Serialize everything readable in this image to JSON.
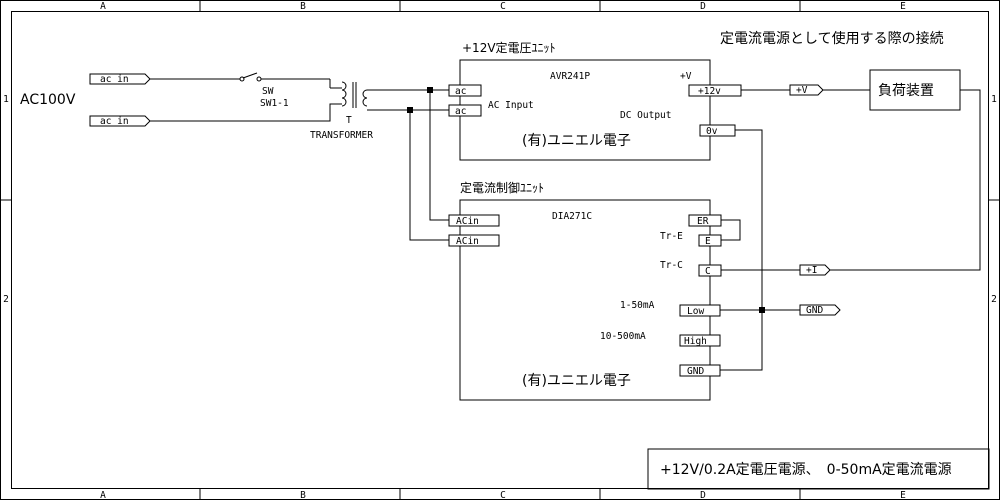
{
  "frame": {
    "columns": [
      "A",
      "B",
      "C",
      "D",
      "E"
    ],
    "rows": [
      "1",
      "2"
    ]
  },
  "title_note": "定電流電源として使用する際の接続",
  "ac_source": "AC100V",
  "inputs": {
    "top": "ac_in",
    "bottom": "ac_in"
  },
  "switch": {
    "type": "SW",
    "ref": "SW1-1"
  },
  "transformer": {
    "ref": "T",
    "name": "TRANSFORMER"
  },
  "avr_unit": {
    "heading": "+12V定電圧ﾕﾆｯﾄ",
    "model": "AVR241P",
    "maker": "(有)ユニエル電子",
    "pin_ac1": "ac",
    "pin_ac2": "ac",
    "ac_input_label": "AC Input",
    "v_plus_label": "+V",
    "pin_12v": "+12v",
    "dc_output_label": "DC Output",
    "pin_0v": "0v"
  },
  "load": {
    "net_label": "+V",
    "box_label": "負荷装置"
  },
  "ccu_unit": {
    "heading": "定電流制御ﾕﾆｯﾄ",
    "model": "DIA271C",
    "maker": "(有)ユニエル電子",
    "pin_acin1": "ACin",
    "pin_acin2": "ACin",
    "pin_er": "ER",
    "pin_e": "E",
    "tr_e_label": "Tr-E",
    "tr_c_label": "Tr-C",
    "pin_c": "C",
    "net_plus_i": "+I",
    "range_low_label": "1-50mA",
    "pin_low": "Low",
    "range_high_label": "10-500mA",
    "pin_high": "High",
    "pin_gnd": "GND",
    "net_gnd": "GND"
  },
  "footer": "+12V/0.2A定電圧電源、　0-50mA定電流電源"
}
